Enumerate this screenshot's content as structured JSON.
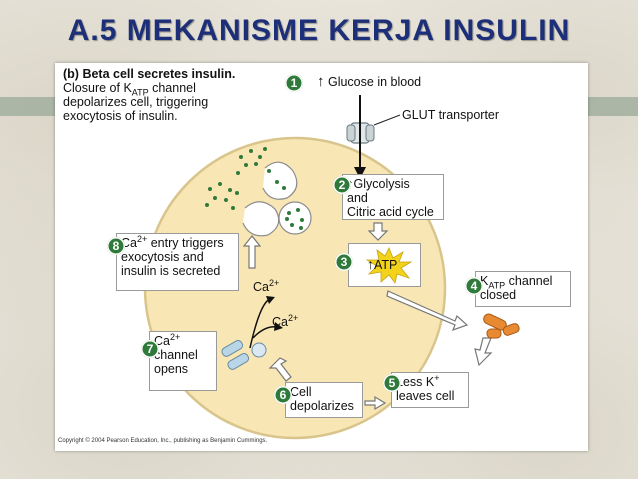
{
  "slide": {
    "title": "A.5 MEKANISME KERJA INSULIN"
  },
  "figure": {
    "label": "(b)",
    "heading": "Beta cell secretes insulin.",
    "desc_line1": "Closure of K",
    "desc_sub": "ATP",
    "desc_line1_end": " channel",
    "desc_line2": "depolarizes cell, triggering",
    "desc_line3": "exocytosis of insulin.",
    "copyright": "Copyright © 2004 Pearson Education, Inc., publishing as Benjamin Cummings.",
    "glut_label": "GLUT transporter",
    "ca_label_1": "Ca",
    "ca_label_2": "Ca",
    "ca_sup": "2+",
    "steps": [
      {
        "num": "1",
        "line1": "Glucose in blood",
        "arrow": "↑"
      },
      {
        "num": "2",
        "line1": "Glycolysis",
        "line2": "and",
        "line3": "Citric acid cycle",
        "arrow": "↑"
      },
      {
        "num": "3",
        "line1": "ATP",
        "arrow": "↑"
      },
      {
        "num": "4",
        "line1": "K",
        "sub": "ATP",
        "line1_end": " channel",
        "line2": "closed"
      },
      {
        "num": "5",
        "line1": "Less K",
        "sup": "+",
        "line2": "leaves cell"
      },
      {
        "num": "6",
        "line1": "Cell",
        "line2": "depolarizes"
      },
      {
        "num": "7",
        "line1": "Ca",
        "sup": "2+",
        "line2": "channel",
        "line3": "opens"
      },
      {
        "num": "8",
        "line1": "Ca",
        "sup": "2+",
        "line1_end": " entry triggers",
        "line2": "exocytosis and",
        "line3": "insulin is secreted"
      }
    ]
  },
  "colors": {
    "title": "#1c2f78",
    "cell_fill": "#f8e7b4",
    "cell_stroke": "#d9c58c",
    "step_circle": "#2f7a3a",
    "atp_star": "#f2d21a",
    "insulin_dot": "#2f7a3a"
  }
}
